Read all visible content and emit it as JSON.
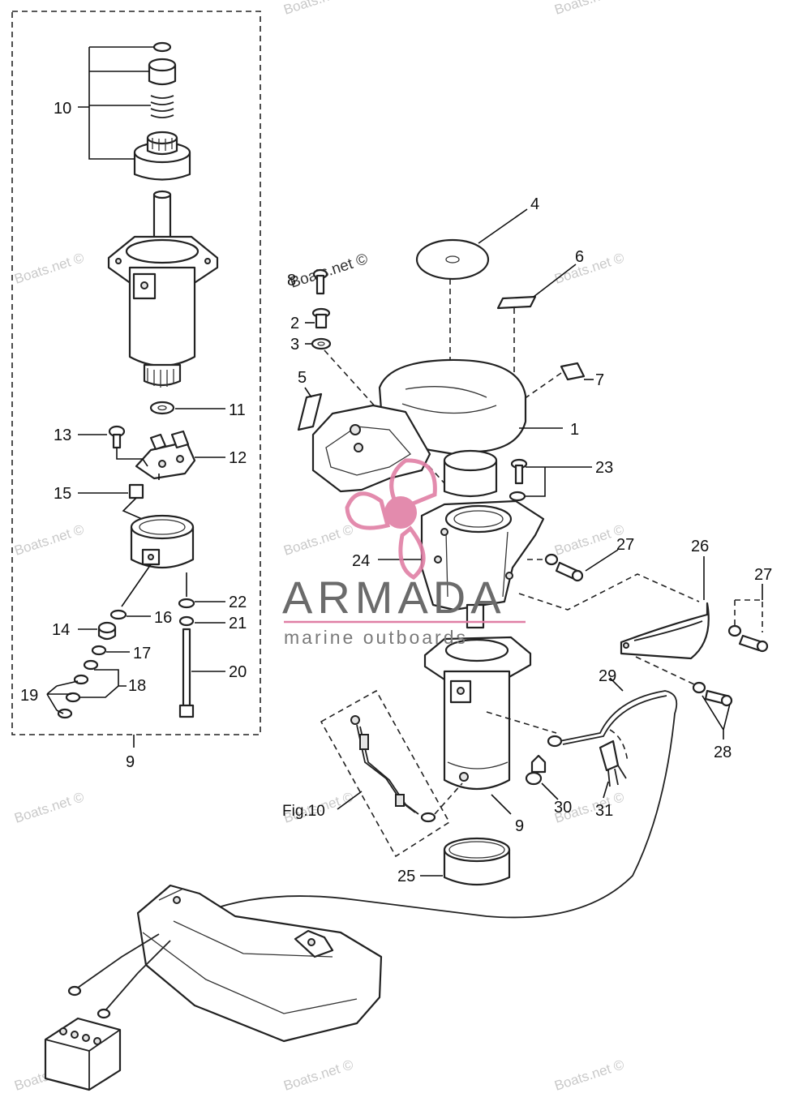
{
  "watermark": {
    "text": "Boats.net ©"
  },
  "brand": {
    "name": "ARMADA",
    "tagline": "marine outboards",
    "accent_color": "#e07fa5",
    "text_color": "#6b6b6b",
    "logo_icon": "propeller-icon"
  },
  "figure_label": "Fig.10",
  "group": {
    "label": "9"
  },
  "callouts": [
    {
      "id": "c1",
      "label": "1"
    },
    {
      "id": "c2",
      "label": "2"
    },
    {
      "id": "c3",
      "label": "3"
    },
    {
      "id": "c4",
      "label": "4"
    },
    {
      "id": "c5",
      "label": "5"
    },
    {
      "id": "c6",
      "label": "6"
    },
    {
      "id": "c7",
      "label": "7"
    },
    {
      "id": "c8",
      "label": "8"
    },
    {
      "id": "c9",
      "label": "9"
    },
    {
      "id": "c10",
      "label": "10"
    },
    {
      "id": "c11",
      "label": "11"
    },
    {
      "id": "c12",
      "label": "12"
    },
    {
      "id": "c13",
      "label": "13"
    },
    {
      "id": "c14",
      "label": "14"
    },
    {
      "id": "c15",
      "label": "15"
    },
    {
      "id": "c16",
      "label": "16"
    },
    {
      "id": "c17",
      "label": "17"
    },
    {
      "id": "c18",
      "label": "18"
    },
    {
      "id": "c19",
      "label": "19"
    },
    {
      "id": "c20",
      "label": "20"
    },
    {
      "id": "c21",
      "label": "21"
    },
    {
      "id": "c22",
      "label": "22"
    },
    {
      "id": "c23",
      "label": "23"
    },
    {
      "id": "c24",
      "label": "24"
    },
    {
      "id": "c25",
      "label": "25"
    },
    {
      "id": "c26",
      "label": "26"
    },
    {
      "id": "c27a",
      "label": "27"
    },
    {
      "id": "c27b",
      "label": "27"
    },
    {
      "id": "c28",
      "label": "28"
    },
    {
      "id": "c29",
      "label": "29"
    },
    {
      "id": "c30",
      "label": "30"
    },
    {
      "id": "c31",
      "label": "31"
    }
  ]
}
